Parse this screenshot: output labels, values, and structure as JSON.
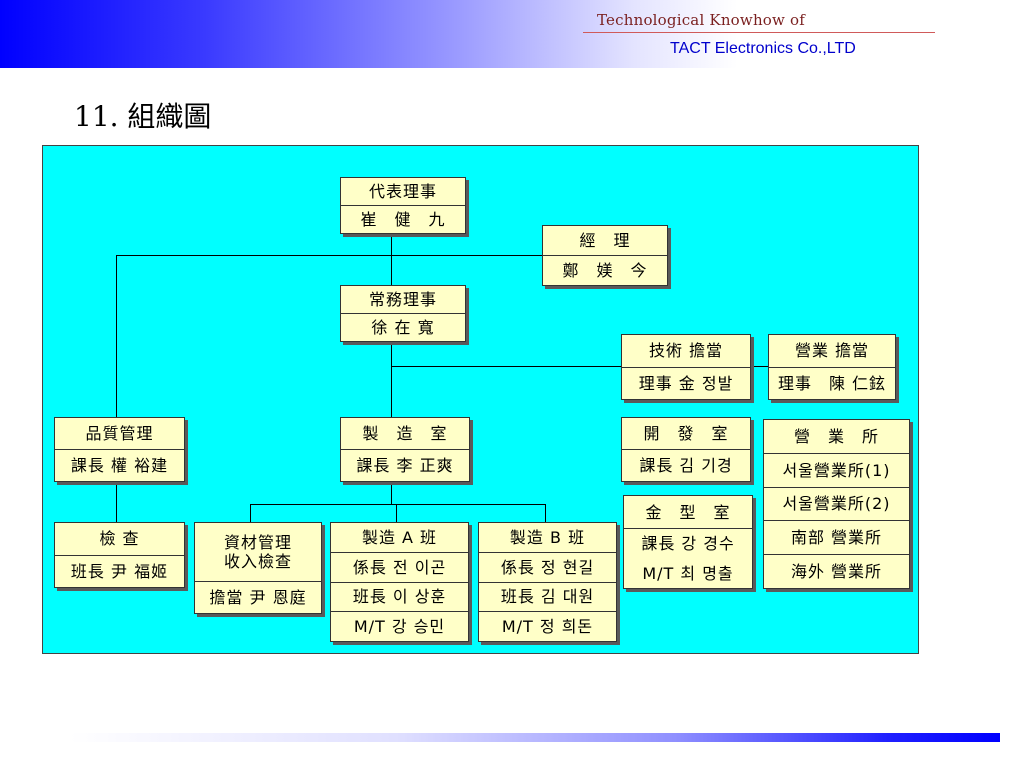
{
  "header": {
    "brand_line1": "Technological Knowhow of",
    "brand_line2": "TACT Electronics Co.,LTD"
  },
  "page_title": "11. 組織圖",
  "org": {
    "ceo": {
      "title": "代表理事",
      "name": "崔　健　九"
    },
    "accounting": {
      "title": "經　理",
      "name": "鄭　媄　今"
    },
    "managing_director": {
      "title": "常務理事",
      "name": "徐 在 寬"
    },
    "tech": {
      "title": "技術 擔當",
      "name": "理事 金 정발"
    },
    "sales": {
      "title": "營業 擔當",
      "name": "理事　陳 仁鉉"
    },
    "quality": {
      "title": "品質管理",
      "name": "課長 權 裕建"
    },
    "inspection": {
      "title": "檢 查",
      "name": "班長 尹 福姬"
    },
    "manufacturing": {
      "title": "製　造　室",
      "name": "課長 李 正爽"
    },
    "materials": {
      "title_line1": "資材管理",
      "title_line2": "收入檢查",
      "name": "擔當 尹 恩庭"
    },
    "team_a": {
      "title": "製造 A 班",
      "members": [
        "係長 전 이곤",
        "班長 이 상훈",
        "M/T 강 승민"
      ]
    },
    "team_b": {
      "title": "製造 B 班",
      "members": [
        "係長 정 현길",
        "班長 김 대원",
        "M/T 정 희돈"
      ]
    },
    "development": {
      "title": "開　發　室",
      "name": "課長 김 기경"
    },
    "mold": {
      "title": "金　型　室",
      "members": [
        "課長 강 경수",
        "M/T 최 명출"
      ]
    },
    "sales_offices": {
      "title": "營　業　所",
      "offices": [
        "서울營業所(1)",
        "서울營業所(2)",
        "南部 營業所",
        "海外 營業所"
      ]
    }
  }
}
